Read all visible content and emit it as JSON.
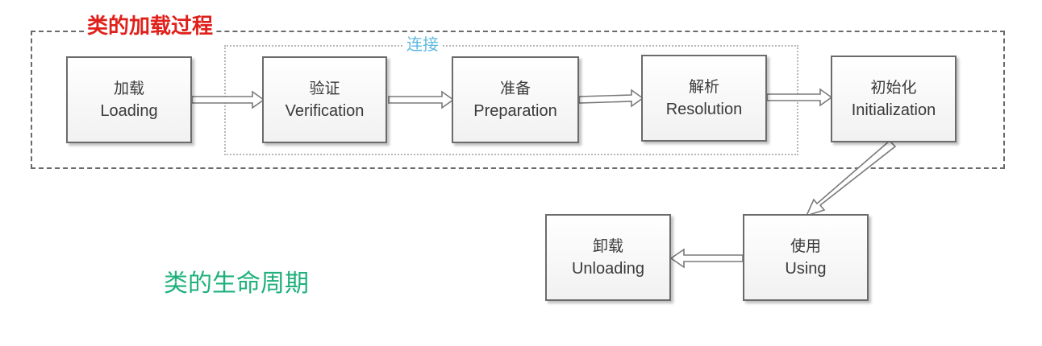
{
  "diagram": {
    "loading_process_title": "类的加载过程",
    "linking_title": "连接",
    "lifecycle_label": "类的生命周期",
    "stages": [
      {
        "id": "loading",
        "cn": "加载",
        "en": "Loading"
      },
      {
        "id": "verification",
        "cn": "验证",
        "en": "Verification"
      },
      {
        "id": "preparation",
        "cn": "准备",
        "en": "Preparation"
      },
      {
        "id": "resolution",
        "cn": "解析",
        "en": "Resolution"
      },
      {
        "id": "initialization",
        "cn": "初始化",
        "en": "Initialization"
      },
      {
        "id": "using",
        "cn": "使用",
        "en": "Using"
      },
      {
        "id": "unloading",
        "cn": "卸载",
        "en": "Unloading"
      }
    ],
    "edges": [
      {
        "from": "loading",
        "to": "verification"
      },
      {
        "from": "verification",
        "to": "preparation"
      },
      {
        "from": "preparation",
        "to": "resolution"
      },
      {
        "from": "resolution",
        "to": "initialization"
      },
      {
        "from": "initialization",
        "to": "using"
      },
      {
        "from": "using",
        "to": "unloading"
      }
    ],
    "colors": {
      "loading_process_title": "#e0201b",
      "linking_title": "#5bb8e0",
      "lifecycle_label": "#1fb07c",
      "box_border": "#6b6b6b",
      "arrow_stroke": "#7a7a7a"
    }
  }
}
